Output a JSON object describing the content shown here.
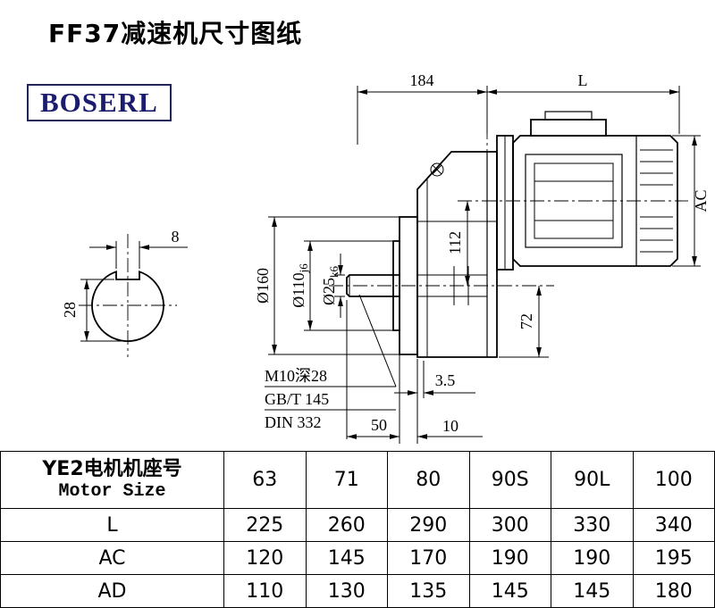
{
  "page": {
    "title": "FF37减速机尺寸图纸",
    "brand": "BOSERL"
  },
  "drawing": {
    "dim_labels": {
      "length_a": "184",
      "length_b": "L",
      "motor_od": "AC",
      "flange_dia": "Ø160",
      "spigot_dia": "Ø110",
      "spigot_tol": "j6",
      "shaft_dia": "Ø25",
      "shaft_tol": "k6",
      "height_112": "112",
      "height_72": "72",
      "gap_35": "3.5",
      "shaft_len_50": "50",
      "flange_thk_10": "10",
      "key_w": "8",
      "key_h": "28"
    },
    "notes": [
      "M10深28",
      "GB/T 145",
      "DIN 332"
    ]
  },
  "table": {
    "row_header_cn": "YE2电机机座号",
    "row_header_en": "Motor Size",
    "motor_sizes": [
      "63",
      "71",
      "80",
      "90S",
      "90L",
      "100"
    ],
    "rows": [
      {
        "label": "L",
        "values": [
          "225",
          "260",
          "290",
          "300",
          "330",
          "340"
        ]
      },
      {
        "label": "AC",
        "values": [
          "120",
          "145",
          "170",
          "190",
          "190",
          "195"
        ]
      },
      {
        "label": "AD",
        "values": [
          "110",
          "130",
          "135",
          "145",
          "145",
          "180"
        ]
      }
    ]
  }
}
